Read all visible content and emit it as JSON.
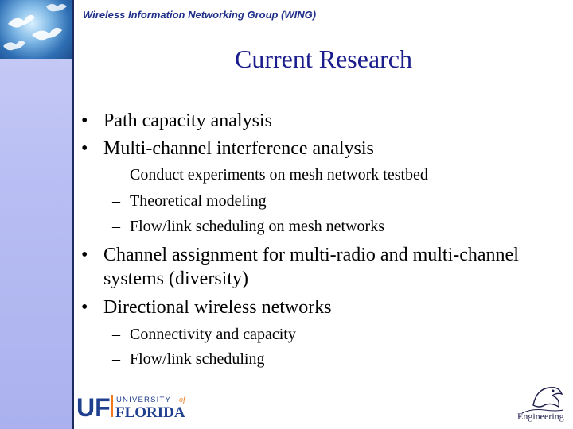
{
  "header": {
    "title": "Wireless Information Networking Group (WING)"
  },
  "slide": {
    "title": "Current Research"
  },
  "bullets": [
    {
      "text": "Path capacity analysis"
    },
    {
      "text": "Multi-channel interference analysis",
      "subs": [
        "Conduct experiments on mesh network testbed",
        "Theoretical  modeling",
        "Flow/link scheduling on mesh networks"
      ]
    },
    {
      "text": "Channel assignment for multi-radio and multi-channel systems (diversity)"
    },
    {
      "text": "Directional wireless networks",
      "subs": [
        "Connectivity and capacity",
        "Flow/link scheduling"
      ]
    }
  ],
  "symbols": {
    "bullet": "•",
    "dash": "–"
  },
  "logos": {
    "uf": {
      "mark": "UF",
      "line1": "UNIVERSITY",
      "of": "of",
      "line2": "FLORIDA"
    },
    "engineering": {
      "label": "Engineering"
    }
  },
  "colors": {
    "title": "#1b1d8c",
    "header": "#1f2f8a",
    "sidebar": "#b9bff3",
    "uf_blue": "#1f3f8f",
    "uf_orange": "#f07a1a"
  }
}
